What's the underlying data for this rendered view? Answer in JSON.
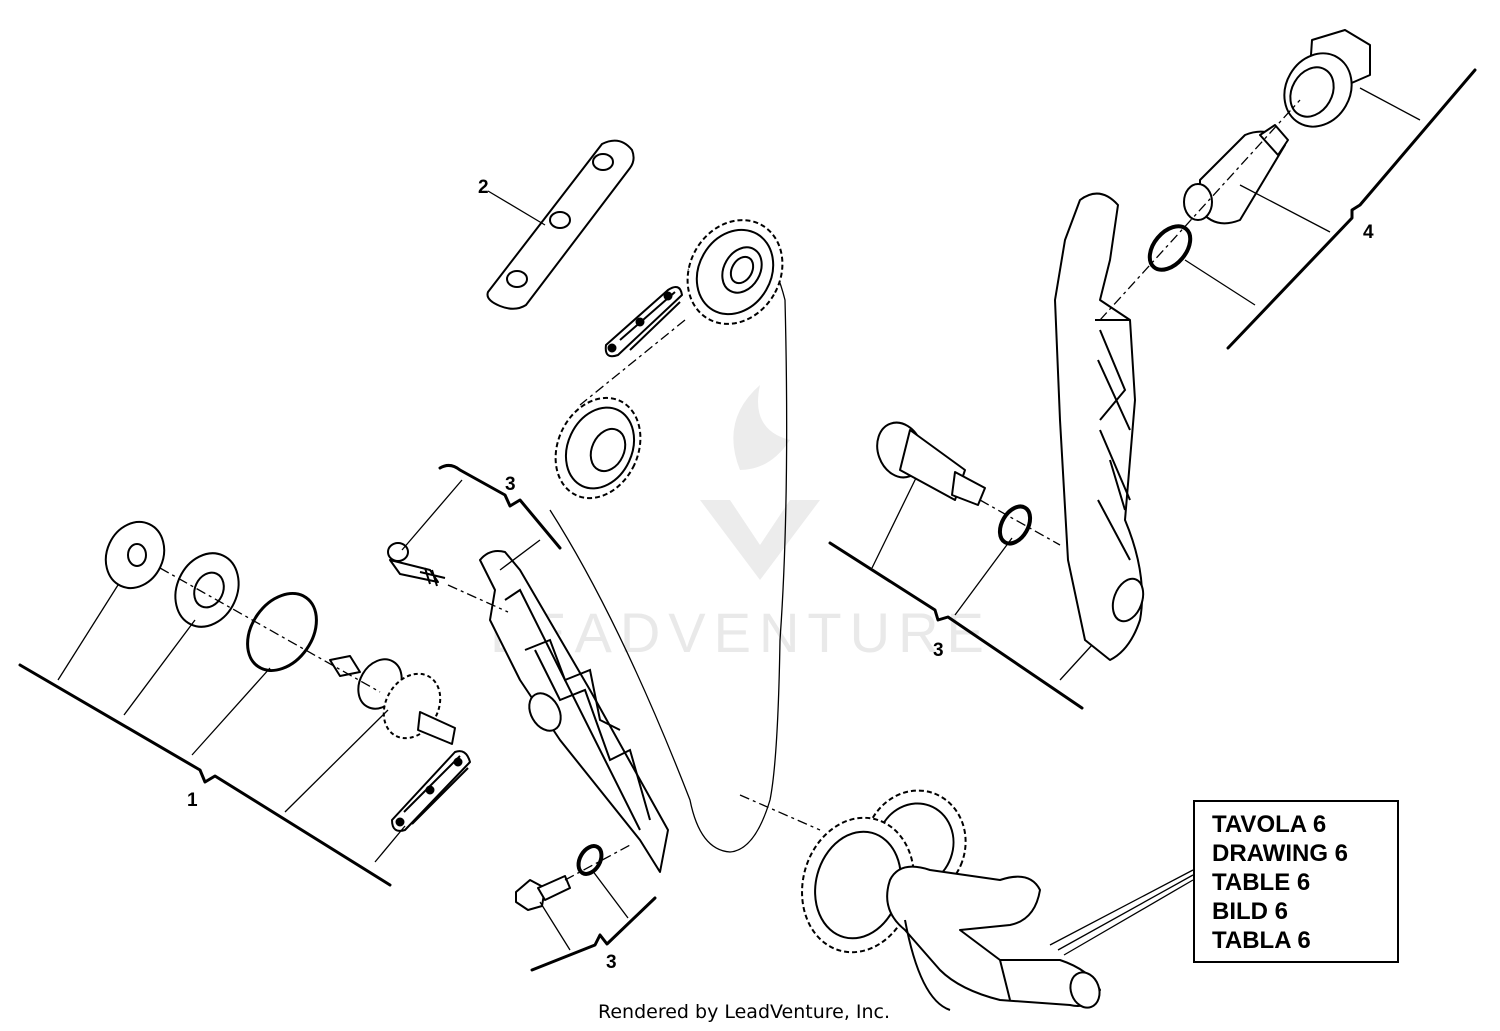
{
  "watermark": {
    "text": "LEADVENTURE"
  },
  "callouts": {
    "c1": "1",
    "c2": "2",
    "c3a": "3",
    "c3b": "3",
    "c3c": "3",
    "c4": "4"
  },
  "reference_box": {
    "lines": [
      "TAVOLA 6",
      "DRAWING 6",
      "TABLE 6",
      "BILD 6",
      "TABLA 6"
    ]
  },
  "footer": {
    "credit": "Rendered by LeadVenture, Inc."
  }
}
